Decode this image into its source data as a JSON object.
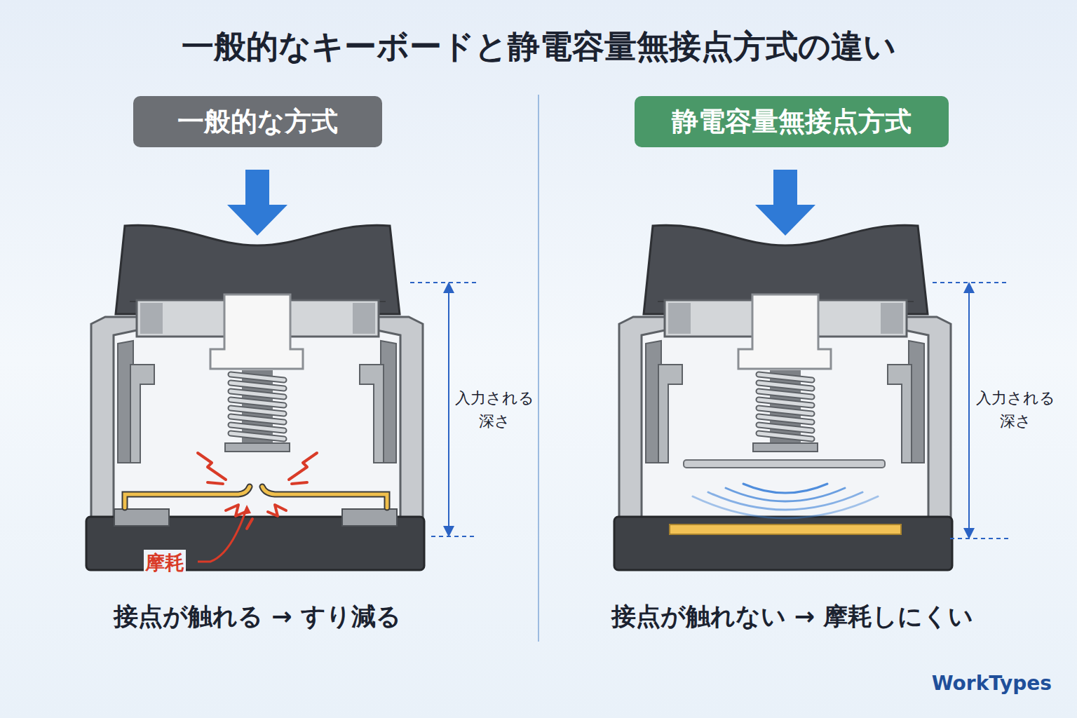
{
  "diagram": {
    "title": "一般的なキーボードと静電容量無接点方式の違い",
    "nodes": [
      {
        "text": [
          "一般的な方式"
        ]
      },
      {
        "text": [
          "静電容量無接点方式"
        ]
      }
    ],
    "labels": [
      "入力される 深さ",
      "摩耗",
      "接点が触れる → すり減る",
      "入力される 深さ",
      "接点が触れない → 摩耗しにくい",
      "WorkTypes"
    ]
  }
}
